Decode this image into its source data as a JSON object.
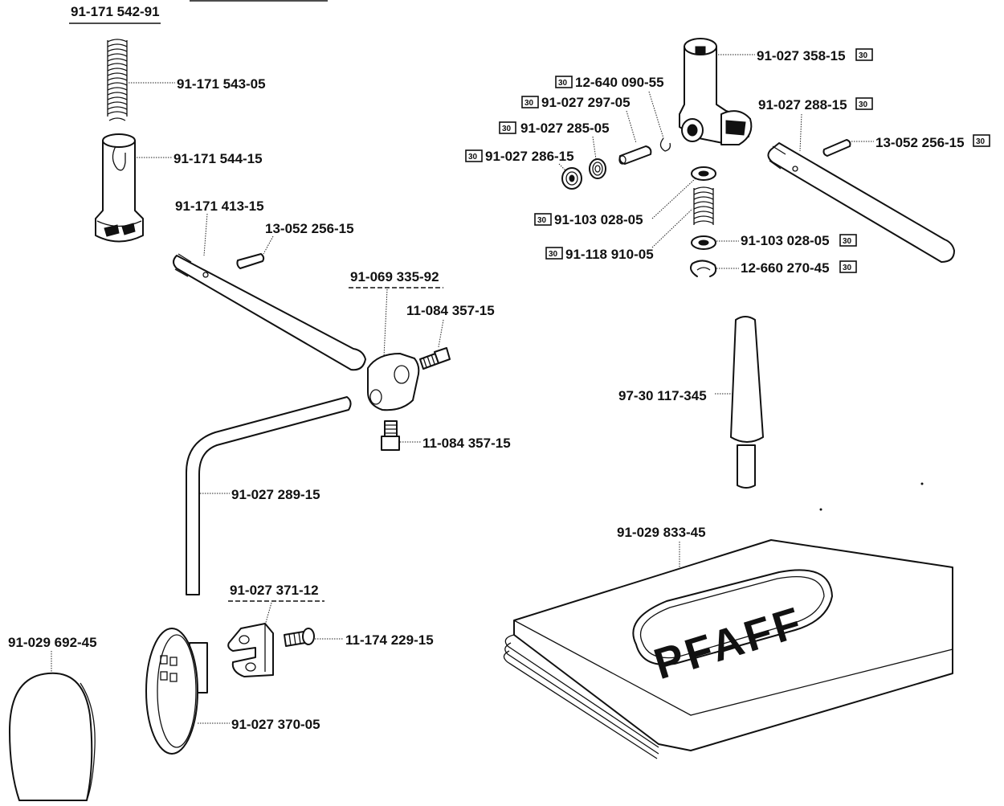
{
  "labels": {
    "assembly_spring_set": "91-171 542-91",
    "spring": "91-171 543-05",
    "spring_sleeve": "91-171 544-15",
    "rod": "91-171 413-15",
    "pin_left": "13-052 256-15",
    "clamp_set": "91-069 335-92",
    "screw_upper": "11-084 357-15",
    "screw_lower": "11-084 357-15",
    "bent_rod": "91-027 289-15",
    "bracket_set": "91-027 371-12",
    "screw_bracket": "11-174 229-15",
    "disc_holder": "91-027 370-05",
    "felt_pad": "91-029 692-45",
    "top_holder": "91-027 358-15",
    "ring_clip": "12-640 090-55",
    "thread_pin": "91-027 297-05",
    "tension_spring": "91-027 285-05",
    "tension_disc": "91-027 286-15",
    "right_rod": "91-027 288-15",
    "pin_right": "13-052 256-15",
    "washer_upper": "91-103 028-05",
    "coil_spring": "91-118 910-05",
    "washer_lower": "91-103 028-05",
    "retaining_ring": "12-660 270-45",
    "spool_pin": "97-30 117-345",
    "manual": "91-029 833-45"
  },
  "badge": "30",
  "logo_text": "PFAFF"
}
